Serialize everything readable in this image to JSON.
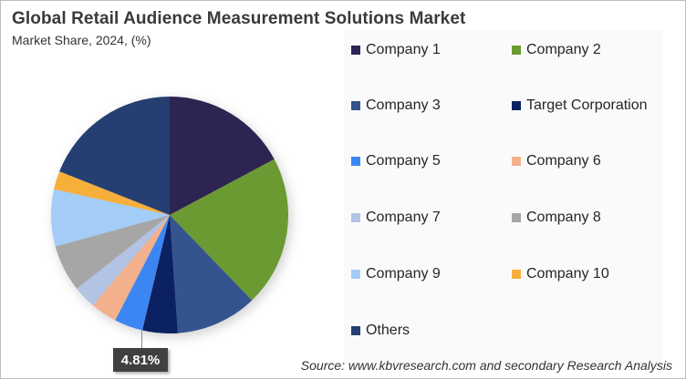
{
  "header": {
    "title": "Global Retail Audience Measurement Solutions Market",
    "subtitle": "Market Share, 2024, (%)"
  },
  "legend": [
    {
      "label": "Company 1",
      "color": "#2e2452"
    },
    {
      "label": "Company 2",
      "color": "#6b9a32"
    },
    {
      "label": "Company 3",
      "color": "#34548f"
    },
    {
      "label": "Target Corporation",
      "color": "#0c2161"
    },
    {
      "label": "Company 5",
      "color": "#3b86f2"
    },
    {
      "label": "Company 6",
      "color": "#f2b08c"
    },
    {
      "label": "Company 7",
      "color": "#b2c3e4"
    },
    {
      "label": "Company 8",
      "color": "#a6a6a6"
    },
    {
      "label": "Company 9",
      "color": "#a3cdf7"
    },
    {
      "label": "Company 10",
      "color": "#f7af3b"
    },
    {
      "label": "Others",
      "color": "#253f72"
    }
  ],
  "data_label": "4.81%",
  "source": "Source: www.kbvresearch.com and secondary Research Analysis",
  "chart_data": {
    "type": "pie",
    "title": "Global Retail Audience Measurement Solutions Market",
    "subtitle": "Market Share, 2024, (%)",
    "categories": [
      "Company 1",
      "Company 2",
      "Company 3",
      "Target Corporation",
      "Company 5",
      "Company 6",
      "Company 7",
      "Company 8",
      "Company 9",
      "Company 10",
      "Others"
    ],
    "values": [
      17.2,
      20.6,
      11.1,
      4.81,
      3.9,
      3.6,
      3.1,
      6.4,
      7.8,
      2.5,
      19.0
    ],
    "colors": [
      "#2e2452",
      "#6b9a32",
      "#34548f",
      "#0c2161",
      "#3b86f2",
      "#f2b08c",
      "#b2c3e4",
      "#a6a6a6",
      "#a3cdf7",
      "#f7af3b",
      "#253f72"
    ],
    "labeled_values": {
      "Target Corporation": "4.81%"
    },
    "start_angle_deg": 0,
    "direction": "clockwise",
    "legend_position": "right",
    "source": "Source: www.kbvresearch.com and secondary Research Analysis"
  }
}
